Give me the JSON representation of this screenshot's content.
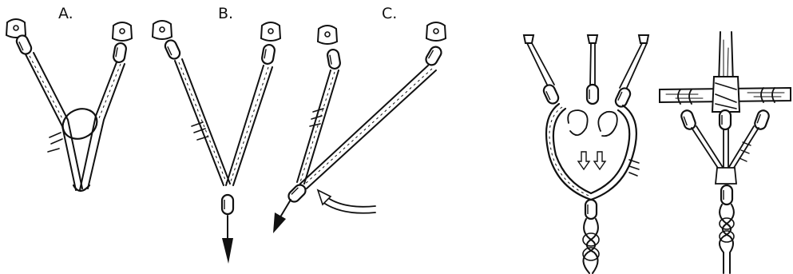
{
  "labels": {
    "a": "A.",
    "b": "B.",
    "c": "C."
  },
  "ink_color": "#111111",
  "background_color": "#ffffff"
}
